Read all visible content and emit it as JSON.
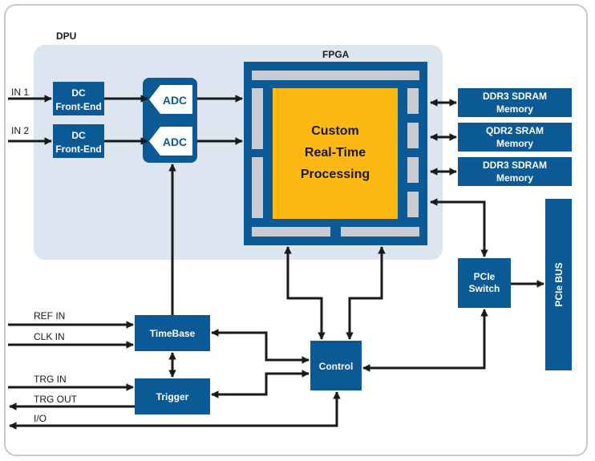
{
  "labels": {
    "dpu": "DPU",
    "fpga": "FPGA",
    "in1": "IN 1",
    "in2": "IN 2",
    "ref_in": "REF IN",
    "clk_in": "CLK IN",
    "trg_in": "TRG IN",
    "trg_out": "TRG OUT",
    "io": "I/O"
  },
  "blocks": {
    "dc1": [
      "DC",
      "Front-End"
    ],
    "dc2": [
      "DC",
      "Front-End"
    ],
    "adc1": "ADC",
    "adc2": "ADC",
    "core": [
      "Custom",
      "Real-Time",
      "Processing"
    ],
    "mem1": [
      "DDR3 SDRAM",
      "Memory"
    ],
    "mem2": [
      "QDR2 SRAM",
      "Memory"
    ],
    "mem3": [
      "DDR3 SDRAM",
      "Memory"
    ],
    "pcie_switch": [
      "PCIe",
      "Switch"
    ],
    "pcie_bus": "PCIe BUS",
    "timebase": "TimeBase",
    "trigger": "Trigger",
    "control": "Control"
  },
  "colors": {
    "block": "#0b5a96",
    "core": "#fdb813",
    "dpu_panel": "#dce5f0",
    "fpga_inner": "#c7ccd3",
    "frame": "#c8c8c8",
    "wire": "#1a1a1a"
  }
}
